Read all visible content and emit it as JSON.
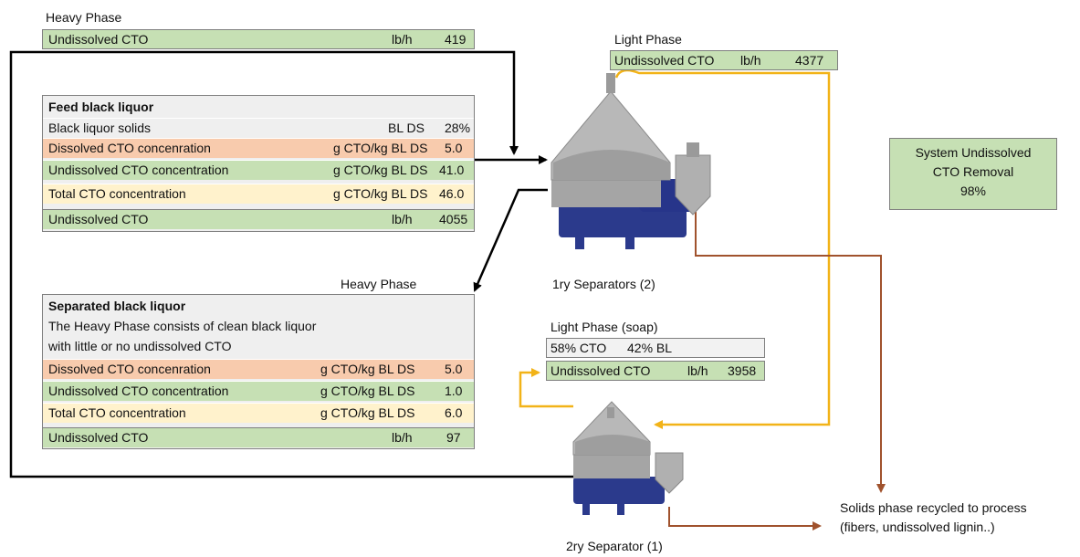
{
  "top_heavy": {
    "title": "Heavy Phase",
    "label": "Undissolved CTO",
    "unit": "lb/h",
    "value": "419"
  },
  "primary_light": {
    "title": "Light Phase",
    "label": "Undissolved CTO",
    "unit": "lb/h",
    "value": "4377"
  },
  "feed": {
    "title": "Feed black liquor",
    "rows": [
      {
        "label": "Black liquor solids",
        "unit": "BL DS",
        "value": "28%"
      },
      {
        "label": "Dissolved CTO concenration",
        "unit": "g CTO/kg BL DS",
        "value": "5.0"
      },
      {
        "label": "Undissolved CTO concentration",
        "unit": "g CTO/kg BL DS",
        "value": "41.0"
      },
      {
        "label": "Total CTO concentration",
        "unit": "g CTO/kg BL DS",
        "value": "46.0"
      },
      {
        "label": "Undissolved CTO",
        "unit": "lb/h",
        "value": "4055"
      }
    ]
  },
  "separated": {
    "heavy_label": "Heavy Phase",
    "title": "Separated black liquor",
    "note_line1": "The Heavy Phase consists of clean black liquor",
    "note_line2": "with little or no undissolved CTO",
    "rows": [
      {
        "label": "Dissolved CTO concenration",
        "unit": "g CTO/kg BL DS",
        "value": "5.0"
      },
      {
        "label": "Undissolved CTO concentration",
        "unit": "g CTO/kg BL DS",
        "value": "1.0"
      },
      {
        "label": "Total CTO concentration",
        "unit": "g CTO/kg BL DS",
        "value": "6.0"
      },
      {
        "label": "Undissolved CTO",
        "unit": "lb/h",
        "value": "97"
      }
    ]
  },
  "soap": {
    "title": "Light Phase (soap)",
    "cto": "58% CTO",
    "bl": "42% BL",
    "label": "Undissolved CTO",
    "unit": "lb/h",
    "value": "3958"
  },
  "system": {
    "line1": "System Undissolved",
    "line2": "CTO Removal",
    "value": "98%"
  },
  "separator1_label": "1ry Separators (2)",
  "separator2_label": "2ry Separator (1)",
  "solids_line1": "Solids phase recycled to process",
  "solids_line2": "(fibers, undissolved lignin..)",
  "colors": {
    "green": "#c6e0b4",
    "salmon": "#f8cbad",
    "cream": "#fff2cc",
    "black_line": "#000000",
    "yellow_line": "#f2b318",
    "brown_line": "#a0522d"
  }
}
